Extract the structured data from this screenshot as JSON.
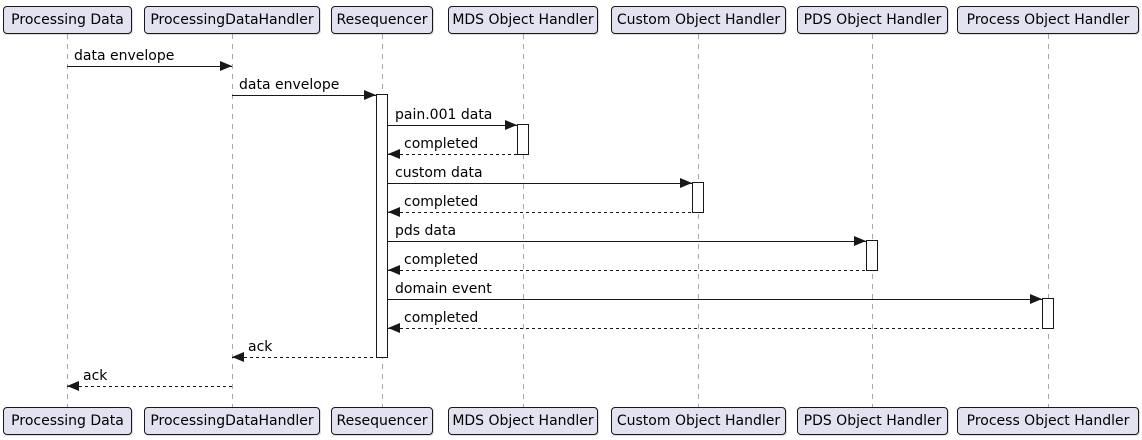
{
  "diagram": {
    "type": "uml-sequence",
    "participants": [
      {
        "id": "processing-data",
        "label": "Processing Data"
      },
      {
        "id": "processing-data-handler",
        "label": "ProcessingDataHandler"
      },
      {
        "id": "resequencer",
        "label": "Resequencer"
      },
      {
        "id": "mds-object-handler",
        "label": "MDS Object Handler"
      },
      {
        "id": "custom-object-handler",
        "label": "Custom Object Handler"
      },
      {
        "id": "pds-object-handler",
        "label": "PDS Object Handler"
      },
      {
        "id": "process-object-handler",
        "label": "Process Object Handler"
      }
    ],
    "messages": [
      {
        "from": "Processing Data",
        "to": "ProcessingDataHandler",
        "label": "data envelope",
        "line": "solid",
        "direction": "right"
      },
      {
        "from": "ProcessingDataHandler",
        "to": "Resequencer",
        "label": "data envelope",
        "line": "solid",
        "direction": "right"
      },
      {
        "from": "Resequencer",
        "to": "MDS Object Handler",
        "label": "pain.001 data",
        "line": "solid",
        "direction": "right"
      },
      {
        "from": "MDS Object Handler",
        "to": "Resequencer",
        "label": "completed",
        "line": "dotted",
        "direction": "left"
      },
      {
        "from": "Resequencer",
        "to": "Custom Object Handler",
        "label": "custom data",
        "line": "solid",
        "direction": "right"
      },
      {
        "from": "Custom Object Handler",
        "to": "Resequencer",
        "label": "completed",
        "line": "dotted",
        "direction": "left"
      },
      {
        "from": "Resequencer",
        "to": "PDS Object Handler",
        "label": "pds data",
        "line": "solid",
        "direction": "right"
      },
      {
        "from": "PDS Object Handler",
        "to": "Resequencer",
        "label": "completed",
        "line": "dotted",
        "direction": "left"
      },
      {
        "from": "Resequencer",
        "to": "Process Object Handler",
        "label": "domain event",
        "line": "solid",
        "direction": "right"
      },
      {
        "from": "Process Object Handler",
        "to": "Resequencer",
        "label": "completed",
        "line": "dotted",
        "direction": "left"
      },
      {
        "from": "Resequencer",
        "to": "ProcessingDataHandler",
        "label": "ack",
        "line": "dotted",
        "direction": "left"
      },
      {
        "from": "ProcessingDataHandler",
        "to": "Processing Data",
        "label": "ack",
        "line": "dotted",
        "direction": "left"
      }
    ],
    "activations": [
      {
        "participant": "Resequencer"
      },
      {
        "participant": "MDS Object Handler"
      },
      {
        "participant": "Custom Object Handler"
      },
      {
        "participant": "PDS Object Handler"
      },
      {
        "participant": "Process Object Handler"
      }
    ],
    "colors": {
      "participant_fill": "#E2E2F0",
      "participant_border": "#181818",
      "lifeline": "#A8A8A8",
      "message_line": "#181818",
      "activation_fill": "#FFFFFF",
      "text": "#000000",
      "background": "#FFFFFF"
    }
  }
}
